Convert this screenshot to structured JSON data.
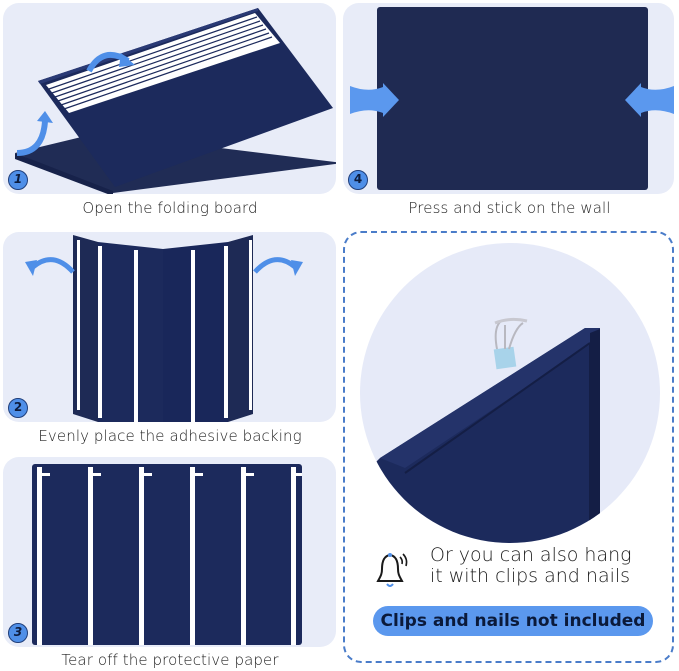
{
  "steps": [
    {
      "number": "1",
      "caption": "Open the folding board",
      "illustration": "folding-board-opening"
    },
    {
      "number": "2",
      "caption": "Evenly place the adhesive backing",
      "illustration": "board-with-adhesive-strips"
    },
    {
      "number": "3",
      "caption": "Tear off the protective paper",
      "illustration": "board-with-protective-strips"
    },
    {
      "number": "4",
      "caption": "Press and stick on the wall",
      "illustration": "board-pressed-to-wall"
    }
  ],
  "callout": {
    "icon": "bell-icon",
    "note_line1": "Or you can also hang",
    "note_line2": "it with clips and nails",
    "pill_label": "Clips and nails not included"
  },
  "colors": {
    "board_navy": "#1c2a5c",
    "panel_bg": "#e8ecf8",
    "accent_blue": "#4f8fe8",
    "dashed_border": "#4a7cc9"
  }
}
